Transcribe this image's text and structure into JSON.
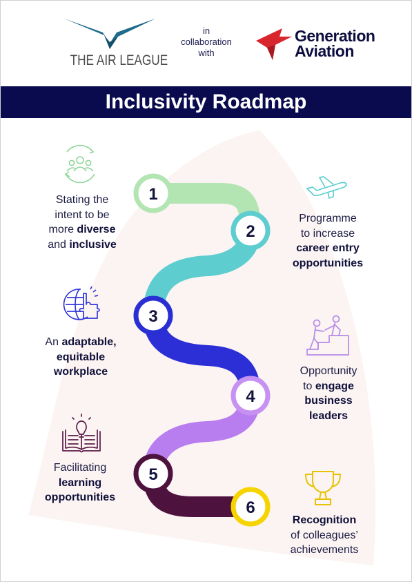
{
  "header": {
    "air_league_name": "THE AIR LEAGUE",
    "collab_line1": "in",
    "collab_line2": "collaboration",
    "collab_line3": "with",
    "ga_line1": "Generation",
    "ga_line2": "Aviation"
  },
  "title": "Inclusivity Roadmap",
  "colors": {
    "navy": "#0a0a4e",
    "ga_red": "#d8262e",
    "air_blue": "#1e6b8c",
    "path_1": "#b3e5b3",
    "path_2": "#5ecdd0",
    "path_3": "#2c2fd6",
    "path_4": "#b87ef0",
    "path_5": "#4e123e",
    "ring_1": "#b3e5b3",
    "ring_2": "#5ecdd0",
    "ring_3": "#2a2fd4",
    "ring_4": "#c691f2",
    "ring_5": "#4e123e",
    "ring_6": "#f5d400"
  },
  "steps": [
    {
      "num": "1",
      "icon": "people-group-icon",
      "lines": [
        [
          "Stating the",
          ""
        ],
        [
          "intent to be",
          ""
        ],
        [
          "more ",
          "diverse"
        ],
        [
          "and ",
          "inclusive"
        ]
      ]
    },
    {
      "num": "2",
      "icon": "airplane-icon",
      "lines": [
        [
          "Programme",
          ""
        ],
        [
          "to increase",
          ""
        ],
        [
          "",
          "career entry"
        ],
        [
          "",
          "opportunities"
        ]
      ]
    },
    {
      "num": "3",
      "icon": "puzzle-globe-icon",
      "lines": [
        [
          "An ",
          "adaptable,"
        ],
        [
          "",
          "equitable"
        ],
        [
          "",
          "workplace"
        ]
      ]
    },
    {
      "num": "4",
      "icon": "helping-hand-stairs-icon",
      "lines": [
        [
          "Opportunity",
          ""
        ],
        [
          "to ",
          "engage"
        ],
        [
          "",
          "business"
        ],
        [
          "",
          "leaders"
        ]
      ]
    },
    {
      "num": "5",
      "icon": "book-lightbulb-icon",
      "lines": [
        [
          "Facilitating",
          ""
        ],
        [
          "",
          "learning"
        ],
        [
          "",
          "opportunities"
        ]
      ]
    },
    {
      "num": "6",
      "icon": "trophy-icon",
      "lines": [
        [
          "",
          "Recognition"
        ],
        [
          "of colleagues’",
          ""
        ],
        [
          "achievements",
          ""
        ]
      ]
    }
  ]
}
